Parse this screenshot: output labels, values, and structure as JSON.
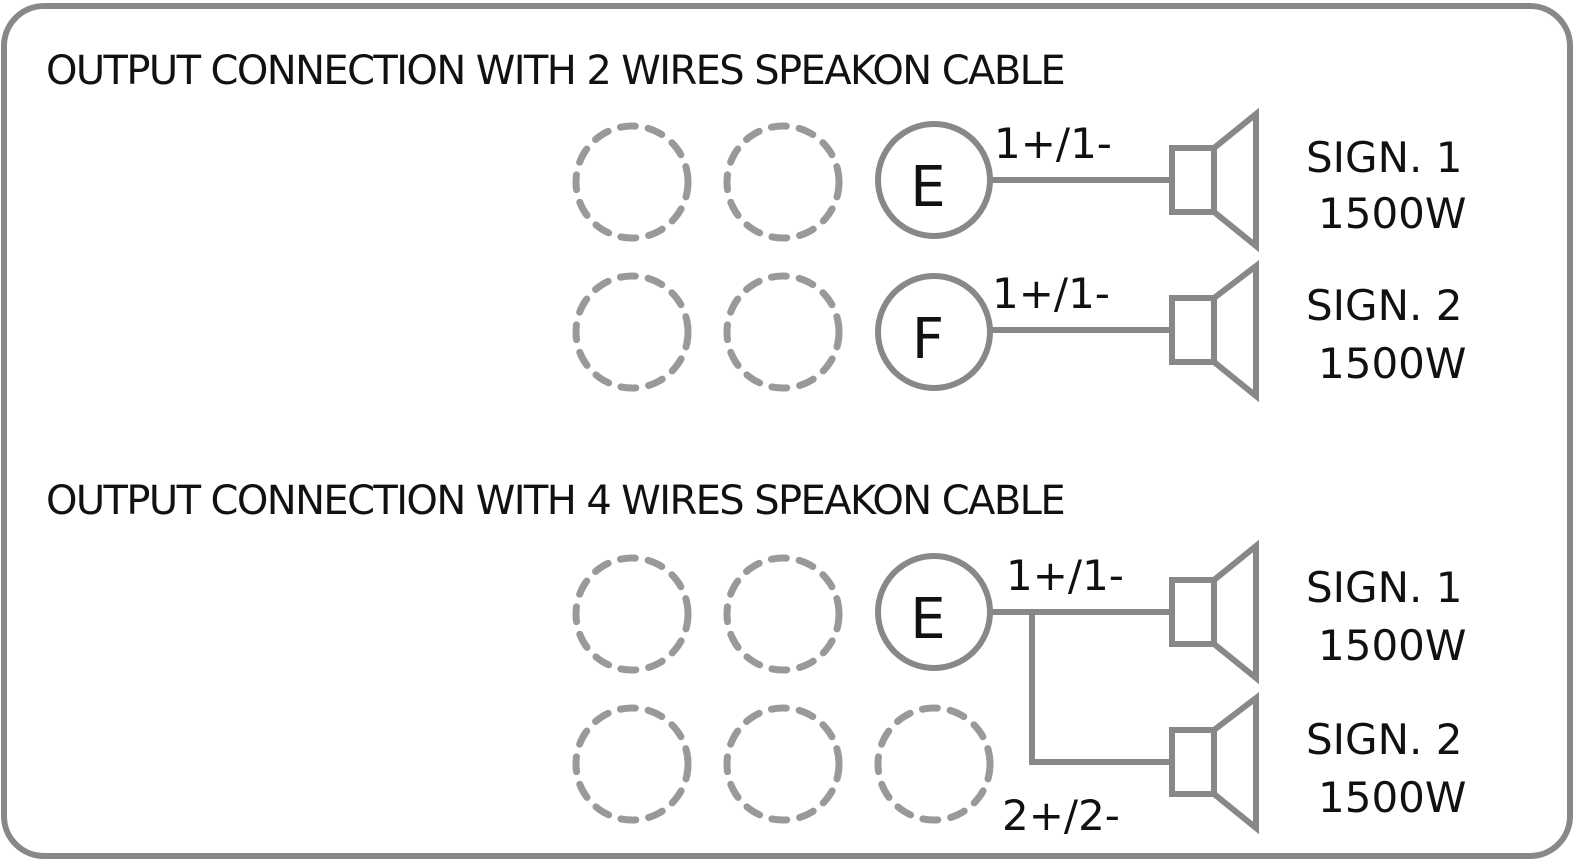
{
  "section_2_wires": {
    "title": "OUTPUT CONNECTION WITH 2 WIRES SPEAKON CABLE",
    "connectors": [
      {
        "letter": "E",
        "wire_label": "1+/1-",
        "speaker": {
          "sign": "SIGN. 1",
          "power": "1500W"
        }
      },
      {
        "letter": "F",
        "wire_label": "1+/1-",
        "speaker": {
          "sign": "SIGN. 2",
          "power": "1500W"
        }
      }
    ]
  },
  "section_4_wires": {
    "title": "OUTPUT CONNECTION WITH 4 WIRES SPEAKON CABLE",
    "connector": {
      "letter": "E"
    },
    "wire_labels": [
      "1+/1-",
      "2+/2-"
    ],
    "speakers": [
      {
        "sign": "SIGN. 1",
        "power": "1500W"
      },
      {
        "sign": "SIGN. 2",
        "power": "1500W"
      }
    ]
  },
  "colors": {
    "line": "#888888",
    "dashed": "#999999",
    "text": "#111111",
    "background": "#ffffff"
  }
}
